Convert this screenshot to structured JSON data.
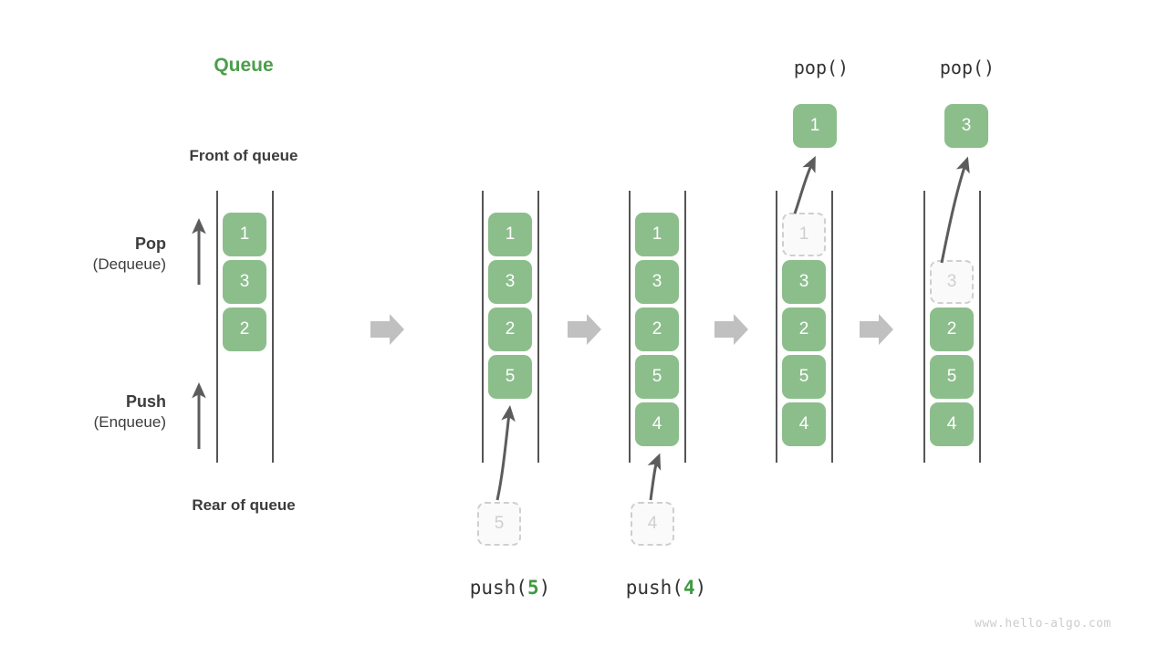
{
  "meta": {
    "title": "Queue",
    "title_color": "#4b9e4b",
    "element_color": "#8cbe8c",
    "ghost_color": "#cfcfcf",
    "rail_color": "#555555",
    "arrow_color": "#c0c0c0",
    "watermark": "www.hello-algo.com"
  },
  "labels": {
    "front_of_queue": "Front of queue",
    "rear_of_queue": "Rear of queue",
    "pop_main": "Pop",
    "pop_sub": "(Dequeue)",
    "push_main": "Push",
    "push_sub": "(Enqueue)"
  },
  "operations": {
    "push5_prefix": "push(",
    "push5_arg": "5",
    "push5_suffix": ")",
    "push4_prefix": "push(",
    "push4_arg": "4",
    "push4_suffix": ")",
    "pop_call_1": "pop()",
    "pop_call_2": "pop()"
  },
  "stages": [
    {
      "name": "initial",
      "cells": [
        {
          "value": "1",
          "state": "filled"
        },
        {
          "value": "3",
          "state": "filled"
        },
        {
          "value": "2",
          "state": "filled"
        }
      ]
    },
    {
      "name": "after-push-5",
      "cells": [
        {
          "value": "1",
          "state": "filled"
        },
        {
          "value": "3",
          "state": "filled"
        },
        {
          "value": "2",
          "state": "filled"
        },
        {
          "value": "5",
          "state": "filled"
        }
      ],
      "incoming": {
        "value": "5",
        "state": "ghost"
      }
    },
    {
      "name": "after-push-4",
      "cells": [
        {
          "value": "1",
          "state": "filled"
        },
        {
          "value": "3",
          "state": "filled"
        },
        {
          "value": "2",
          "state": "filled"
        },
        {
          "value": "5",
          "state": "filled"
        },
        {
          "value": "4",
          "state": "filled"
        }
      ],
      "incoming": {
        "value": "4",
        "state": "ghost"
      }
    },
    {
      "name": "after-pop-1",
      "cells": [
        {
          "value": "1",
          "state": "ghost"
        },
        {
          "value": "3",
          "state": "filled"
        },
        {
          "value": "2",
          "state": "filled"
        },
        {
          "value": "5",
          "state": "filled"
        },
        {
          "value": "4",
          "state": "filled"
        }
      ],
      "outgoing": {
        "value": "1",
        "state": "filled"
      }
    },
    {
      "name": "after-pop-3",
      "cells": [
        {
          "value": "3",
          "state": "ghost"
        },
        {
          "value": "2",
          "state": "filled"
        },
        {
          "value": "5",
          "state": "filled"
        },
        {
          "value": "4",
          "state": "filled"
        }
      ],
      "outgoing": {
        "value": "3",
        "state": "filled"
      }
    }
  ]
}
